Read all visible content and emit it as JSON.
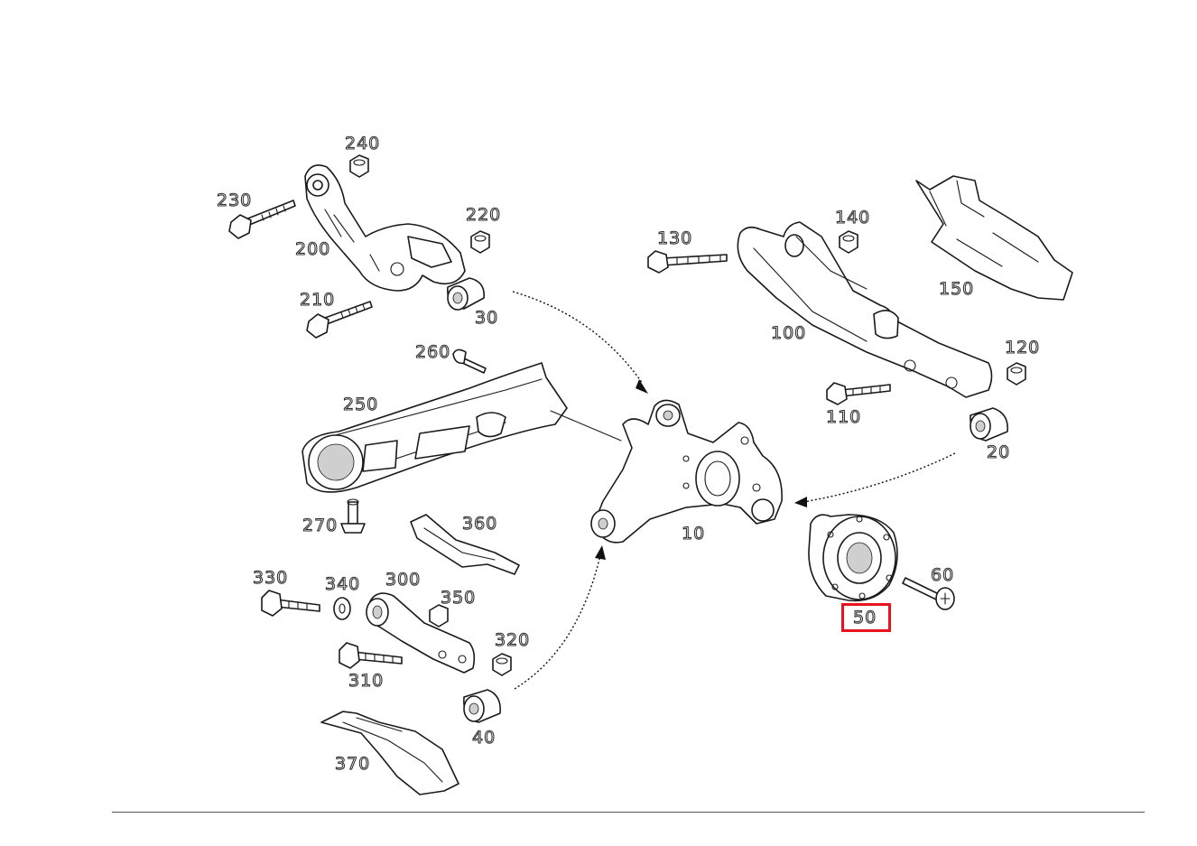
{
  "diagram": {
    "highlight_color": "#e8131b",
    "highlighted_part": "50",
    "parts": [
      {
        "id": "p240",
        "label": "240"
      },
      {
        "id": "p230",
        "label": "230"
      },
      {
        "id": "p220",
        "label": "220"
      },
      {
        "id": "p200",
        "label": "200"
      },
      {
        "id": "p210",
        "label": "210"
      },
      {
        "id": "p30",
        "label": "30"
      },
      {
        "id": "p260",
        "label": "260"
      },
      {
        "id": "p250",
        "label": "250"
      },
      {
        "id": "p270",
        "label": "270"
      },
      {
        "id": "p360",
        "label": "360"
      },
      {
        "id": "p330",
        "label": "330"
      },
      {
        "id": "p340",
        "label": "340"
      },
      {
        "id": "p300",
        "label": "300"
      },
      {
        "id": "p350",
        "label": "350"
      },
      {
        "id": "p320",
        "label": "320"
      },
      {
        "id": "p310",
        "label": "310"
      },
      {
        "id": "p40",
        "label": "40"
      },
      {
        "id": "p370",
        "label": "370"
      },
      {
        "id": "p10",
        "label": "10"
      },
      {
        "id": "p130",
        "label": "130"
      },
      {
        "id": "p140",
        "label": "140"
      },
      {
        "id": "p150",
        "label": "150"
      },
      {
        "id": "p100",
        "label": "100"
      },
      {
        "id": "p120",
        "label": "120"
      },
      {
        "id": "p110",
        "label": "110"
      },
      {
        "id": "p20",
        "label": "20"
      },
      {
        "id": "p60",
        "label": "60"
      },
      {
        "id": "p50",
        "label": "50"
      }
    ]
  }
}
